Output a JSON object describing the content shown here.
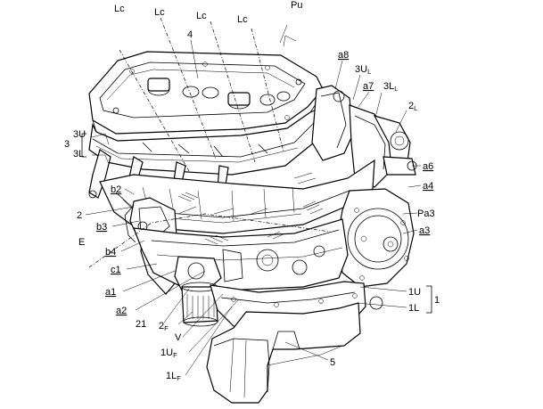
{
  "labels": {
    "Lc1": {
      "main": "Lc"
    },
    "Lc2": {
      "main": "Lc"
    },
    "Lc3": {
      "main": "Lc"
    },
    "Lc4": {
      "main": "Lc"
    },
    "Pu": {
      "main": "Pu"
    },
    "n4": {
      "main": "4"
    },
    "a8": {
      "main": "a8"
    },
    "3UL": {
      "main": "3U",
      "sub": "L"
    },
    "a7": {
      "main": "a7"
    },
    "3LL": {
      "main": "3L",
      "sub": "L"
    },
    "2L": {
      "main": "2",
      "sub": "L"
    },
    "3U": {
      "main": "3U"
    },
    "n3": {
      "main": "3"
    },
    "3L": {
      "main": "3L"
    },
    "a6": {
      "main": "a6"
    },
    "a4": {
      "main": "a4"
    },
    "b2": {
      "main": "b2"
    },
    "n2": {
      "main": "2"
    },
    "Pa3": {
      "main": "Pa3"
    },
    "b3": {
      "main": "b3"
    },
    "E": {
      "main": "E"
    },
    "a3": {
      "main": "a3"
    },
    "b4": {
      "main": "b4"
    },
    "c1": {
      "main": "c1"
    },
    "a1": {
      "main": "a1"
    },
    "1U": {
      "main": "1U"
    },
    "n1": {
      "main": "1"
    },
    "a2": {
      "main": "a2"
    },
    "1L": {
      "main": "1L"
    },
    "2F": {
      "main": "2",
      "sub": "F"
    },
    "n21": {
      "main": "21"
    },
    "V": {
      "main": "V"
    },
    "1UF": {
      "main": "1U",
      "sub": "F"
    },
    "n5": {
      "main": "5"
    },
    "1LF": {
      "main": "1L",
      "sub": "F"
    }
  }
}
